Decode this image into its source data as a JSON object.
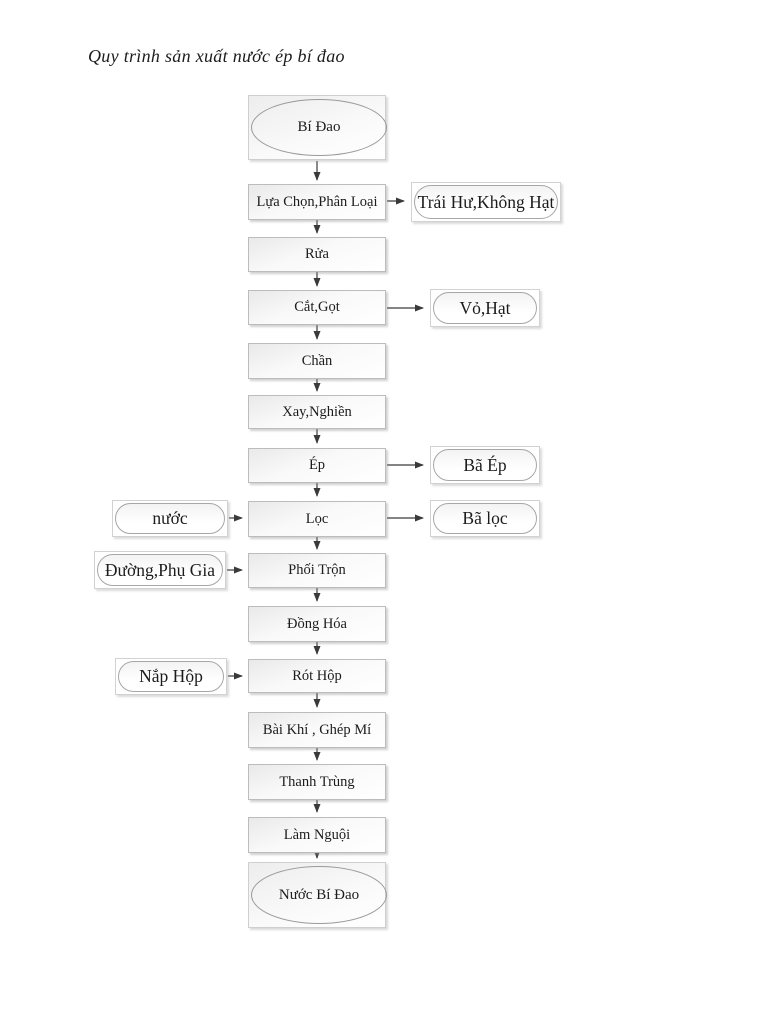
{
  "diagram": {
    "title": "Quy trình sản xuất nước ép bí đao",
    "start": "Bí Đao",
    "end": "Nước Bí Đao",
    "steps": [
      "Lựa Chọn,Phân Loại",
      "Rửa",
      "Cắt,Gọt",
      "Chần",
      "Xay,Nghiền",
      "Ép",
      "Lọc",
      "Phối Trộn",
      "Đồng Hóa",
      "Rót Hộp",
      "Bài Khí , Ghép Mí",
      "Thanh Trùng",
      "Làm Nguội"
    ],
    "outputs": [
      {
        "from": "Lựa Chọn,Phân Loại",
        "label": "Trái Hư,Không Hạt"
      },
      {
        "from": "Cắt,Gọt",
        "label": "Vỏ,Hạt"
      },
      {
        "from": "Ép",
        "label": "Bã Ép"
      },
      {
        "from": "Lọc",
        "label": "Bã lọc"
      }
    ],
    "inputs": [
      {
        "to": "Lọc",
        "label": "nước"
      },
      {
        "to": "Phối Trộn",
        "label": "Đường,Phụ Gia"
      },
      {
        "to": "Rót Hộp",
        "label": "Nắp Hộp"
      }
    ],
    "colors": {
      "page_bg": "#ffffff",
      "node_fill_top": "#ececec",
      "node_fill_bottom": "#ffffff",
      "node_border": "#bcbcbc",
      "ellipse_border": "#9a9a9a",
      "stadium_border": "#a6a6a6",
      "arrow": "#3a3a3a",
      "text": "#1c1c1c"
    }
  }
}
